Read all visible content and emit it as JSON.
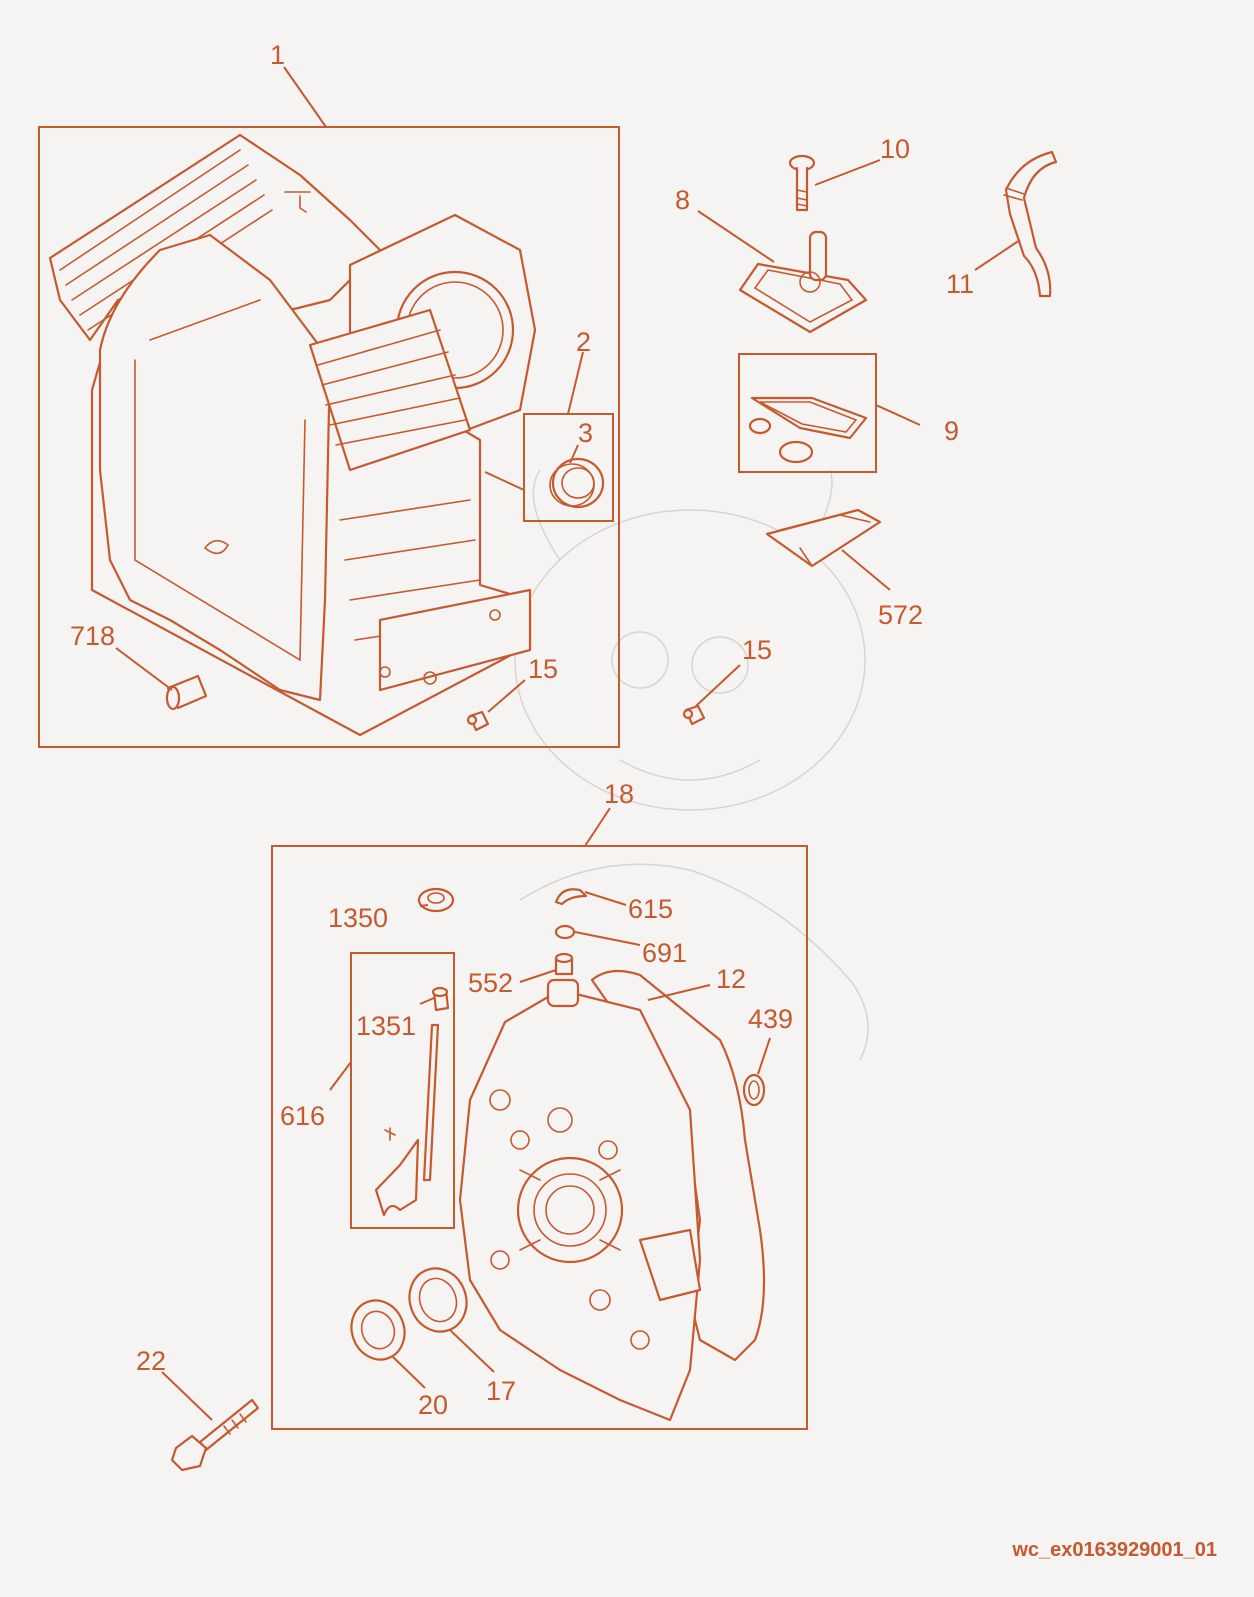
{
  "diagram": {
    "accent_color": "#c55a2f",
    "background_color": "#f6f4f2",
    "drawing_code": "wc_ex0163929001_01",
    "callouts": [
      {
        "id": "1",
        "text": "1"
      },
      {
        "id": "2",
        "text": "2"
      },
      {
        "id": "3",
        "text": "3"
      },
      {
        "id": "8",
        "text": "8"
      },
      {
        "id": "9",
        "text": "9"
      },
      {
        "id": "10",
        "text": "10"
      },
      {
        "id": "11",
        "text": "11"
      },
      {
        "id": "12",
        "text": "12"
      },
      {
        "id": "15a",
        "text": "15"
      },
      {
        "id": "15b",
        "text": "15"
      },
      {
        "id": "17",
        "text": "17"
      },
      {
        "id": "18",
        "text": "18"
      },
      {
        "id": "20",
        "text": "20"
      },
      {
        "id": "22",
        "text": "22"
      },
      {
        "id": "439",
        "text": "439"
      },
      {
        "id": "552",
        "text": "552"
      },
      {
        "id": "572",
        "text": "572"
      },
      {
        "id": "615",
        "text": "615"
      },
      {
        "id": "616",
        "text": "616"
      },
      {
        "id": "691",
        "text": "691"
      },
      {
        "id": "718",
        "text": "718"
      },
      {
        "id": "1350",
        "text": "1350"
      },
      {
        "id": "1351",
        "text": "1351"
      }
    ]
  }
}
